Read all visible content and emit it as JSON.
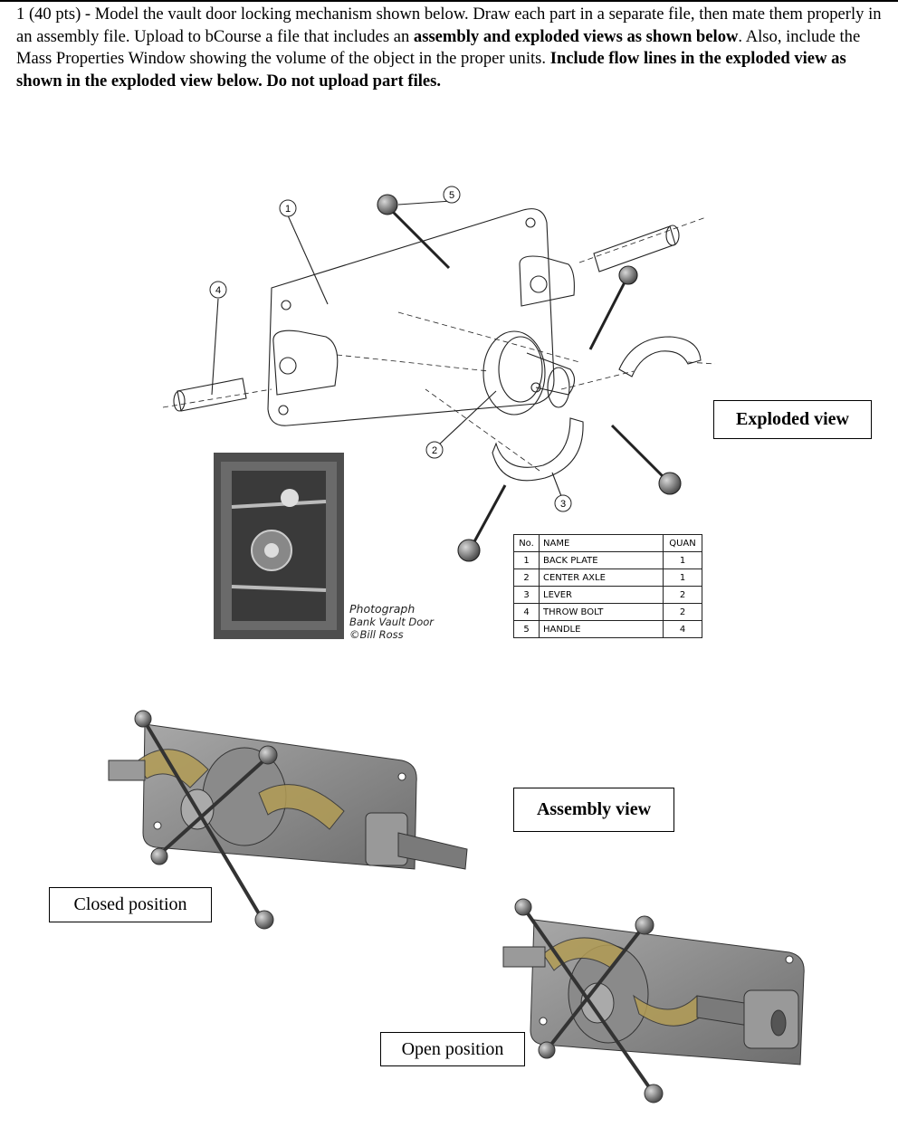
{
  "prompt": {
    "lead": "1 (40 pts) - Model the vault door locking mechanism shown below. Draw each part in a separate file, then mate them properly in an assembly file. Upload to bCourse a file that includes an ",
    "bold1": "assembly and exploded views as shown below",
    "mid": ". Also, include the Mass Properties Window showing the volume of the object in the proper units. ",
    "bold2": "Include flow lines in the exploded view as shown in the exploded view below. Do not upload part files."
  },
  "labels": {
    "exploded": "Exploded view",
    "assembly": "Assembly view",
    "closed": "Closed position",
    "open": "Open position"
  },
  "balloons": [
    "1",
    "5",
    "4",
    "2",
    "3"
  ],
  "photo_caption": {
    "line1": "Photograph",
    "line2": "Bank Vault Door",
    "line3": "©Bill Ross"
  },
  "parts_table": {
    "headers": {
      "no": "No.",
      "name": "NAME",
      "qty": "QUAN"
    },
    "rows": [
      {
        "no": "1",
        "name": "BACK PLATE",
        "qty": "1"
      },
      {
        "no": "2",
        "name": "CENTER AXLE",
        "qty": "1"
      },
      {
        "no": "3",
        "name": "LEVER",
        "qty": "2"
      },
      {
        "no": "4",
        "name": "THROW BOLT",
        "qty": "2"
      },
      {
        "no": "5",
        "name": "HANDLE",
        "qty": "4"
      }
    ]
  },
  "colors": {
    "plate": "#8f8f8f",
    "lever": "#b29c55",
    "text": "#000000"
  }
}
